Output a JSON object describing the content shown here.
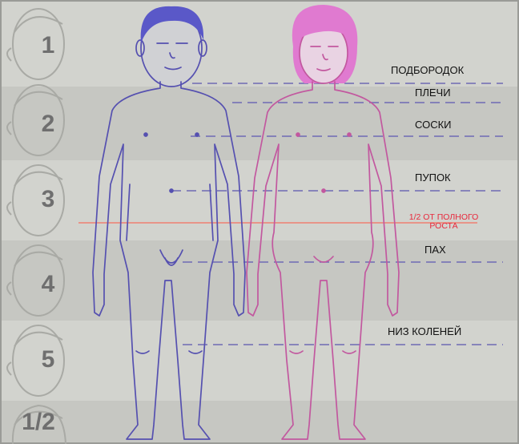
{
  "bands": [
    "1",
    "2",
    "3",
    "4",
    "5",
    "1/2"
  ],
  "landmarks": {
    "chin": "ПОДБОРОДОК",
    "shoulders": "ПЛЕЧИ",
    "nipples": "СОСКИ",
    "navel": "ПУПОК",
    "half_height_line1": "1/2 ОТ ПОЛНОГО",
    "half_height_line2": "РОСТА",
    "crotch": "ПАХ",
    "below_knees": "НИЗ КОЛЕНЕЙ"
  },
  "colors": {
    "boy_figure": "#5550b0",
    "girl_figure": "#c2589f",
    "girl_hair": "#e07ad0",
    "boy_hair": "#5a58c8",
    "half_line": "#f08070",
    "guide_lines": "#6e6ab4",
    "band_light": "#d6d7d2",
    "band_dark": "#c3c4bf"
  }
}
